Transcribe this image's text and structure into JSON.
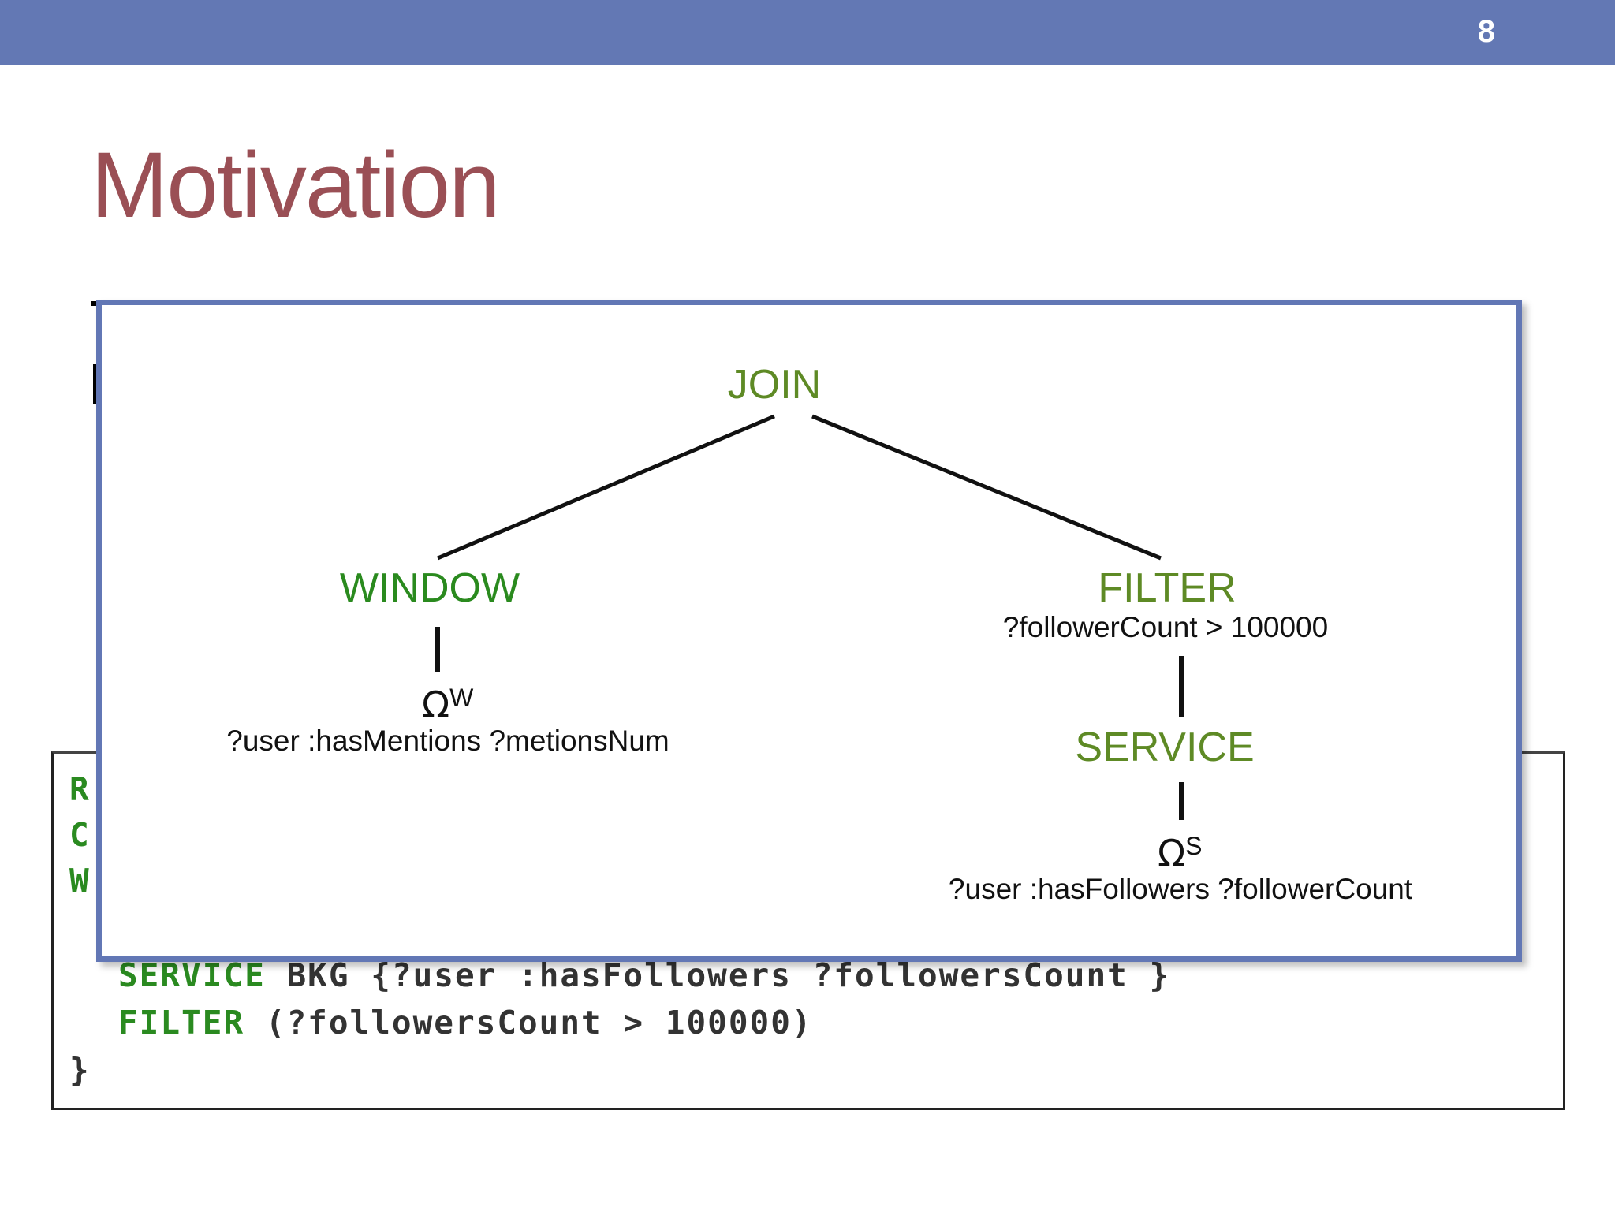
{
  "slide": {
    "page_number": "8",
    "title": "Motivation"
  },
  "code": {
    "line1_visible": "R",
    "line2_visible": "C",
    "line3_visible": "W",
    "service_kw": "SERVICE",
    "service_rest": " BKG {?user :hasFollowers ?followersCount }",
    "filter_kw": "FILTER",
    "filter_rest": " (?followersCount > 100000)",
    "closing": "}"
  },
  "diagram": {
    "join": "JOIN",
    "window": "WINDOW",
    "window_omega": "Ω",
    "window_omega_sup": "W",
    "window_pattern": "?user  :hasMentions ?metionsNum",
    "filter": "FILTER",
    "filter_condition": "?followerCount > 100000",
    "service": "SERVICE",
    "service_omega": "Ω",
    "service_omega_sup": "S",
    "service_pattern": "?user  :hasFollowers ?followerCount"
  },
  "colors": {
    "topbar": "#6378b4",
    "title": "#9a4f55",
    "overlay_border": "#6277b5",
    "node_green": "#5e8a25",
    "window_green": "#2a8a1e",
    "code_keyword": "#2a8a20"
  }
}
